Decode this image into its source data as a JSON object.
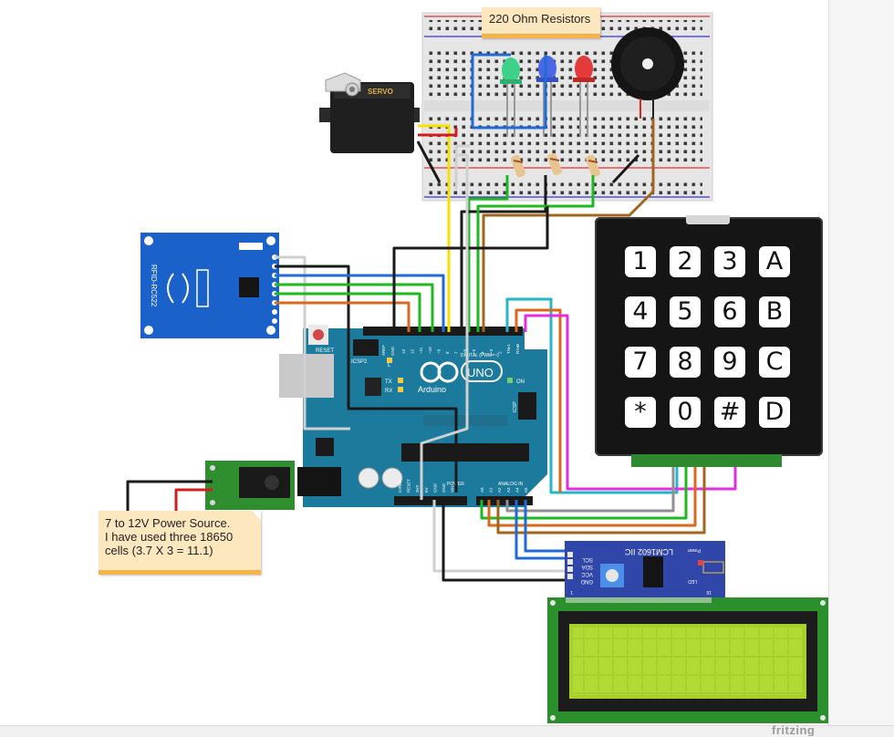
{
  "notes": {
    "resistors": "220 Ohm Resistors",
    "power_lines": [
      "7 to 12V Power Source.",
      "I have used three 18650",
      "cells (3.7 X 3 = 11.1)"
    ]
  },
  "servo": {
    "label": "SERVO"
  },
  "rfid": {
    "label": "RFID-RC522"
  },
  "arduino": {
    "logo": "UNO",
    "brand": "Arduino",
    "reset": "RESET",
    "icsp2": "ICSP2",
    "icsp": "ICSP",
    "led_l": "L",
    "led_tx": "TX",
    "led_rx": "RX",
    "on": "ON",
    "digital": "DIGITAL (PWM=~)",
    "power": "POWER",
    "analog": "ANALOG IN",
    "aref": "AREF",
    "gnd": "GND",
    "digital_pins": [
      "13",
      "12",
      "~11",
      "~10",
      "~9",
      "8",
      "7",
      "~6",
      "~5",
      "4",
      "~3",
      "2",
      "TX▸1",
      "RX◂0"
    ],
    "power_pins": [
      "IOREF",
      "RESET",
      "3V3",
      "5V",
      "GND",
      "GND",
      "VIN"
    ],
    "analog_pins": [
      "A0",
      "A1",
      "A2",
      "A3",
      "A4",
      "A5"
    ]
  },
  "keypad": {
    "keys": [
      "1",
      "2",
      "3",
      "A",
      "4",
      "5",
      "6",
      "B",
      "7",
      "8",
      "9",
      "C",
      "*",
      "0",
      "#",
      "D"
    ]
  },
  "i2c": {
    "title": "LCM1602 IIC",
    "pins": [
      "SCL",
      "SDA",
      "VCC",
      "GND"
    ],
    "power": "Power",
    "led": "LED",
    "pin_one": "1",
    "pin_sixteen": "16"
  },
  "watermark": "fritzing",
  "colors": {
    "breadboard": "#e6e6e6",
    "arduino": "#1c7a9c",
    "rfid": "#1a62c9",
    "keypad": "#151515",
    "lcd_screen": "#a6d12b",
    "note": "#fde7bf"
  }
}
